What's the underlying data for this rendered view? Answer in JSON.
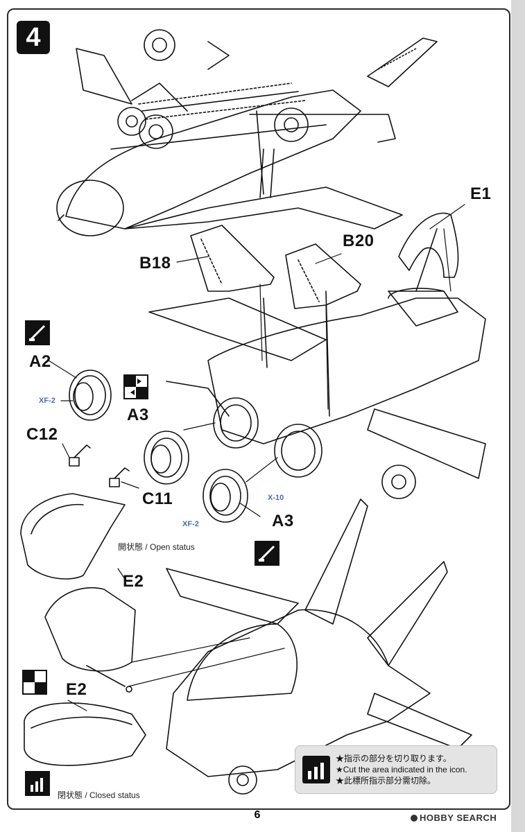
{
  "step_number": "4",
  "labels": {
    "e1": "E1",
    "b18": "B18",
    "b20": "B20",
    "a2": "A2",
    "a3_top": "A3",
    "c12": "C12",
    "c11": "C11",
    "a3_bottom": "A3",
    "e2_open": "E2",
    "e2_closed": "E2"
  },
  "color_codes": {
    "xf2_top": "XF-2",
    "x10": "X-10",
    "xf2_bottom": "XF-2"
  },
  "status": {
    "open": "開状態 / Open status",
    "closed": "閉状態 / Closed status"
  },
  "note_lines": [
    "★指示の部分を切り取ります。",
    "★Cut the area indicated in the icon.",
    "★此標所指示部分需切除。"
  ],
  "page_number": "6",
  "watermark": "HOBBY SEARCH",
  "icons": [
    "paint-icon",
    "mirror-icon",
    "paint-icon",
    "mirror-icon",
    "cut-icon"
  ],
  "colors": {
    "line": "#111111",
    "accent_blue": "#4a6fb0",
    "note_bg": "#e4e4e4"
  }
}
